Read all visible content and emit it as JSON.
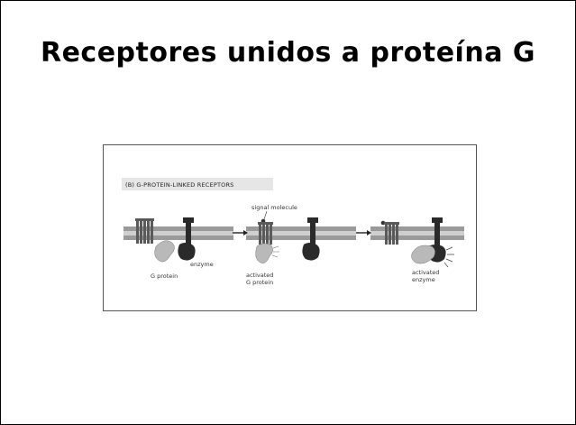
{
  "slide": {
    "title": "Receptores unidos a proteína G"
  },
  "figure": {
    "heading": "(B)   G-PROTEIN-LINKED  RECEPTORS",
    "labels": {
      "signal_molecule": "signal molecule",
      "g_protein": "G protein",
      "enzyme": "enzyme",
      "activated_g_protein_line1": "activated",
      "activated_g_protein_line2": "G protein",
      "activated_enzyme_line1": "activated",
      "activated_enzyme_line2": "enzyme"
    },
    "colors": {
      "membrane": "#9a9a9a",
      "membrane_edge": "#6f6f6f",
      "receptor": "#5a5a5a",
      "g_protein": "#b9b9b9",
      "enzyme": "#2a2a2a"
    }
  }
}
